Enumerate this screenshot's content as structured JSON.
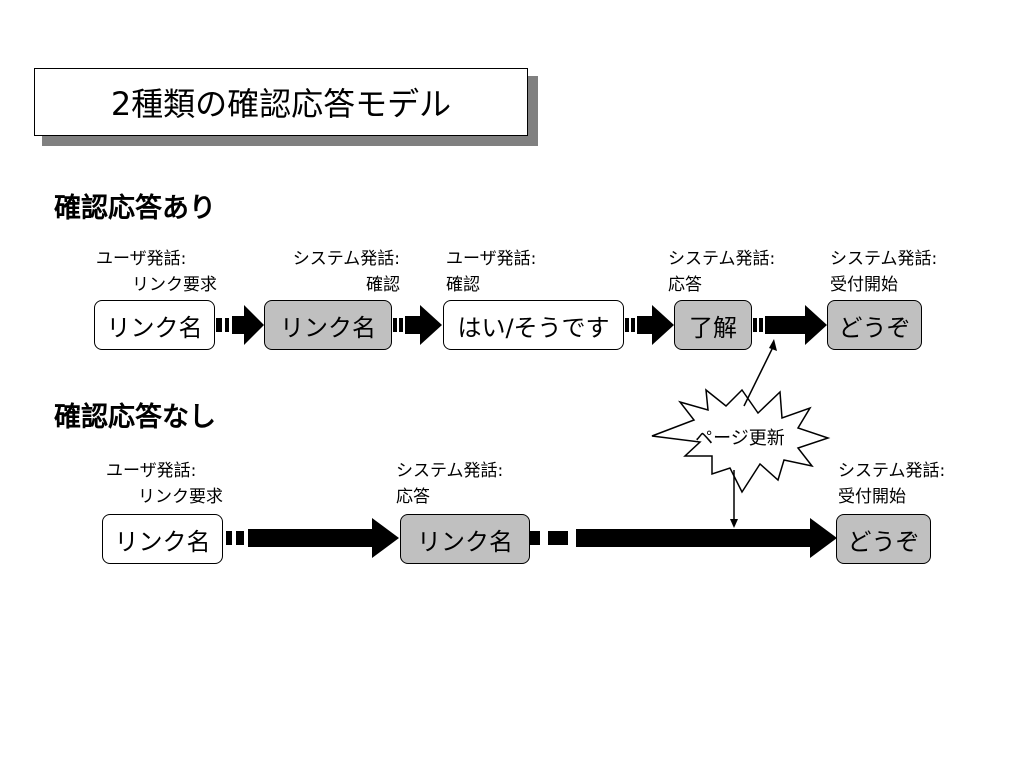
{
  "title": "2種類の確認応答モデル",
  "sections": [
    {
      "heading": "確認応答あり",
      "nodes": [
        {
          "label": "リンク名",
          "speaker": "ユーザ発話:",
          "detail": "リンク要求"
        },
        {
          "label": "リンク名",
          "speaker": "システム発話:",
          "detail": "確認"
        },
        {
          "label": "はい/そうです",
          "speaker": "ユーザ発話:",
          "detail": "確認"
        },
        {
          "label": "了解",
          "speaker": "システム発話:",
          "detail": "応答"
        },
        {
          "label": "どうぞ",
          "speaker": "システム発話:",
          "detail": "受付開始"
        }
      ]
    },
    {
      "heading": "確認応答なし",
      "nodes": [
        {
          "label": "リンク名",
          "speaker": "ユーザ発話:",
          "detail": "リンク要求"
        },
        {
          "label": "リンク名",
          "speaker": "システム発話:",
          "detail": "応答"
        },
        {
          "label": "どうぞ",
          "speaker": "システム発話:",
          "detail": "受付開始"
        }
      ]
    }
  ],
  "event": {
    "label": "ページ更新"
  },
  "colors": {
    "user_box": "#ffffff",
    "system_box": "#c0c0c0",
    "arrow": "#000000",
    "title_shadow": "#808080"
  }
}
